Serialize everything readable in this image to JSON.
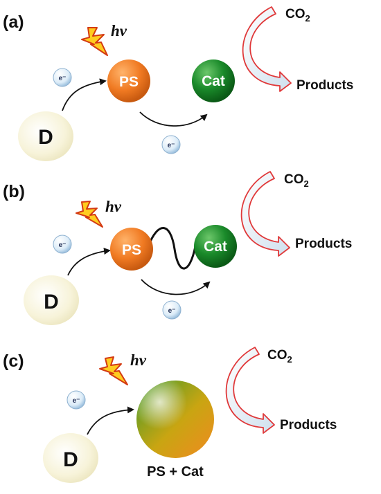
{
  "panels": {
    "a": {
      "label": "(a)"
    },
    "b": {
      "label": "(b)"
    },
    "c": {
      "label": "(c)"
    }
  },
  "terms": {
    "donor": "D",
    "photosensitizer": "PS",
    "catalyst": "Cat",
    "light": "hν",
    "electron": "e⁻",
    "co2_main": "CO",
    "co2_sub": "2",
    "products": "Products",
    "combined": "PS + Cat"
  },
  "colors": {
    "ps": "#f07a22",
    "cat": "#1a8a2a",
    "donor": "#f7f3d9",
    "lightning": "#ffcc1f",
    "arrow_outline": "#e0393a",
    "arrow_fill": "#d9e8f2"
  }
}
